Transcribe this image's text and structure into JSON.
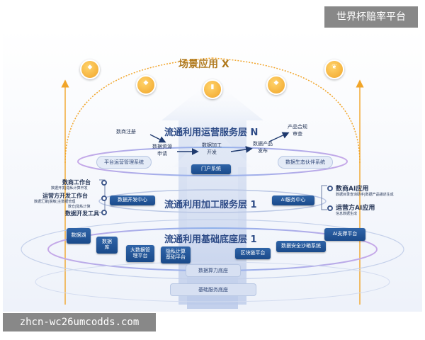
{
  "watermark": {
    "top": "世界杯赔率平台",
    "bottom": "zhcn-wc26umcodds.com"
  },
  "top_layer": {
    "title": "场景应用 X",
    "apps": [
      {
        "label": "",
        "icon": "app-circle-icon"
      },
      {
        "label": "",
        "icon": "app-circle-icon"
      },
      {
        "label": "",
        "icon": "city-building-icon"
      },
      {
        "label": "",
        "icon": "app-circle-icon"
      },
      {
        "label": "",
        "icon": "leaf-icon"
      }
    ]
  },
  "service_layer": {
    "title": "流通利用运营服务层 N",
    "flow": {
      "register": "数商注册",
      "apply": "数据资源\n申请",
      "process": "数据加工\n开发",
      "publish": "数据产品\n发布",
      "review": "产品合规\n审查"
    },
    "left_system": "平台运营管理系统",
    "right_system": "数据生态伙伴系统",
    "portal": "门户系统"
  },
  "processing_layer": {
    "title": "流通利用加工服务层 1",
    "left_center": "数据开发中心",
    "right_center": "AI服务中心",
    "left_items": [
      {
        "title": "数商工作台",
        "sub": "数据开发|隐私计算开发"
      },
      {
        "title": "运营方开发工作台",
        "sub": "数据汇聚|脱敏|主数据管理",
        "sub2": "数仓|隐私计算"
      },
      {
        "title": "数据开发工具",
        "sub": ""
      }
    ],
    "right_items": [
      {
        "title": "数商AI应用",
        "sub": "数据目录查询助手|数据产品描述生成"
      },
      {
        "title": "运营方AI应用",
        "sub": "信息数据生成"
      }
    ]
  },
  "base_layer": {
    "title": "流通利用基础底座层 1",
    "chips": [
      {
        "label": "数据湖"
      },
      {
        "label": "数据\n库"
      },
      {
        "label": "大数据管\n理平台"
      },
      {
        "label": "隐私计算\n基础平台"
      },
      {
        "label": "区块链平台"
      },
      {
        "label": "数据安全沙箱系统"
      },
      {
        "label": "AI支撑平台"
      }
    ],
    "base_compute": "数据算力底座",
    "base_service": "基础服务底座"
  },
  "colors": {
    "accent_orange": "#f1a52a",
    "navy": "#1a4a8a",
    "title_blue": "#2c4a86"
  }
}
